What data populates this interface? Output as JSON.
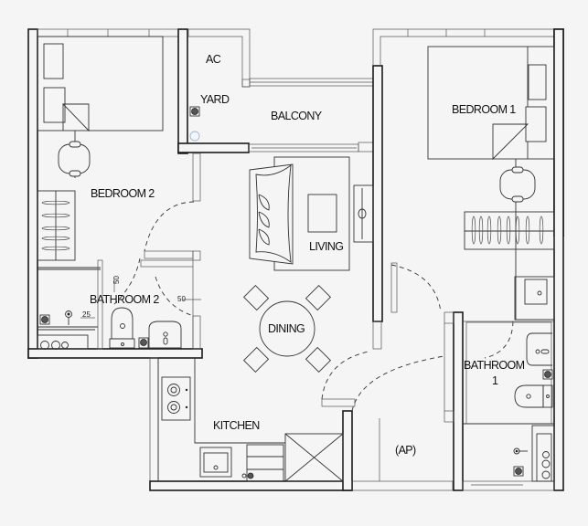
{
  "floorplan": {
    "rooms": {
      "ac": "AC",
      "yard": "YARD",
      "balcony": "BALCONY",
      "bedroom1": "BEDROOM 1",
      "bedroom2": "BEDROOM 2",
      "living": "LIVING",
      "dining": "DINING",
      "bathroom2": "BATHROOM 2",
      "bathroom1_line1": "BATHROOM",
      "bathroom1_line2": "1",
      "kitchen": "KITCHEN",
      "ap": "(AP)"
    },
    "dimensions": {
      "bath2_vertical": "50",
      "bath2_right": "50",
      "bath2_left": "25"
    },
    "colors": {
      "background": "#f5f5f5",
      "wall": "#1a1a1a",
      "line": "#333333"
    }
  }
}
